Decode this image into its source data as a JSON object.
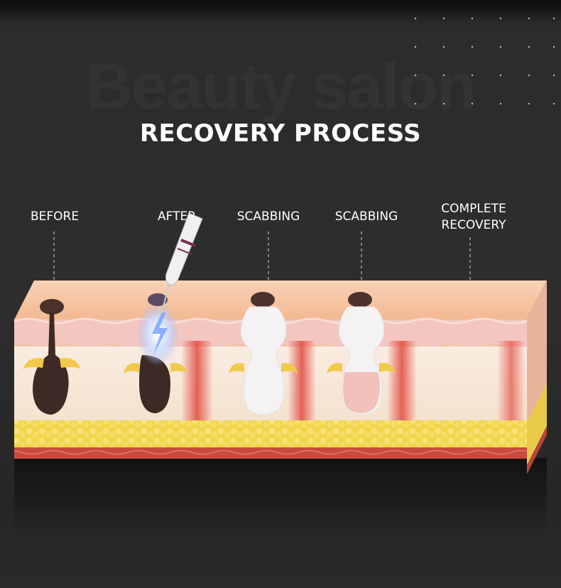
{
  "watermark": "Beauty salon",
  "title": "RECOVERY PROCESS",
  "stages": [
    {
      "line1": "BEFORE",
      "line2": ""
    },
    {
      "line1": "AFTER",
      "line2": ""
    },
    {
      "line1": "SCABBING",
      "line2": ""
    },
    {
      "line1": "SCABBING",
      "line2": ""
    },
    {
      "line1": "COMPLETE",
      "line2": "RECOVERY"
    }
  ],
  "colors": {
    "background": "#2a2a2a",
    "skin_top": "#f6c9a8",
    "dermis": "#f7e6d6",
    "fat": "#f2d54a",
    "muscle": "#c94a3c",
    "follicle_dark": "#3d2a25",
    "scab_white": "#f4f2f2",
    "new_skin_pink": "#f3c1bb",
    "redness": "#e2493f"
  }
}
